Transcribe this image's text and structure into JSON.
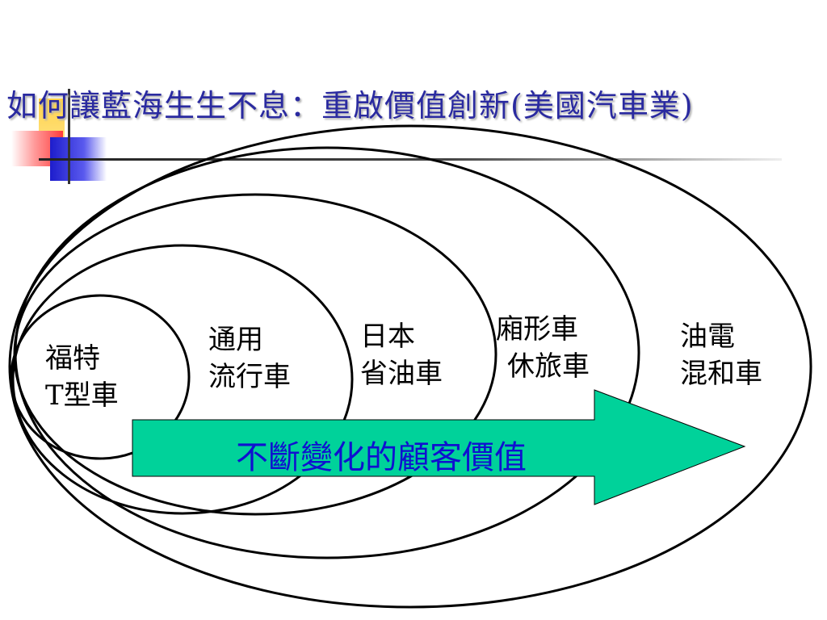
{
  "slide": {
    "title": "如何讓藍海生生不息：重啟價值創新(美國汽車業)"
  },
  "diagram": {
    "circles": [
      {
        "line1": "福特",
        "line2": "T型車"
      },
      {
        "line1": "通用",
        "line2": "流行車"
      },
      {
        "line1": "日本",
        "line2": "省油車"
      },
      {
        "line1": "廂形車",
        "line2": "休旅車"
      },
      {
        "line1": "油電",
        "line2": "混和車"
      }
    ],
    "arrow": {
      "label": "不斷變化的顧客價值",
      "fill_color": "#00d29a",
      "text_color": "#1010d0"
    }
  },
  "colors": {
    "title": "#2a2aa0",
    "accent_yellow": "#ffd24a",
    "accent_red": "#ff3b3b",
    "accent_blue": "#1d1dcc"
  }
}
